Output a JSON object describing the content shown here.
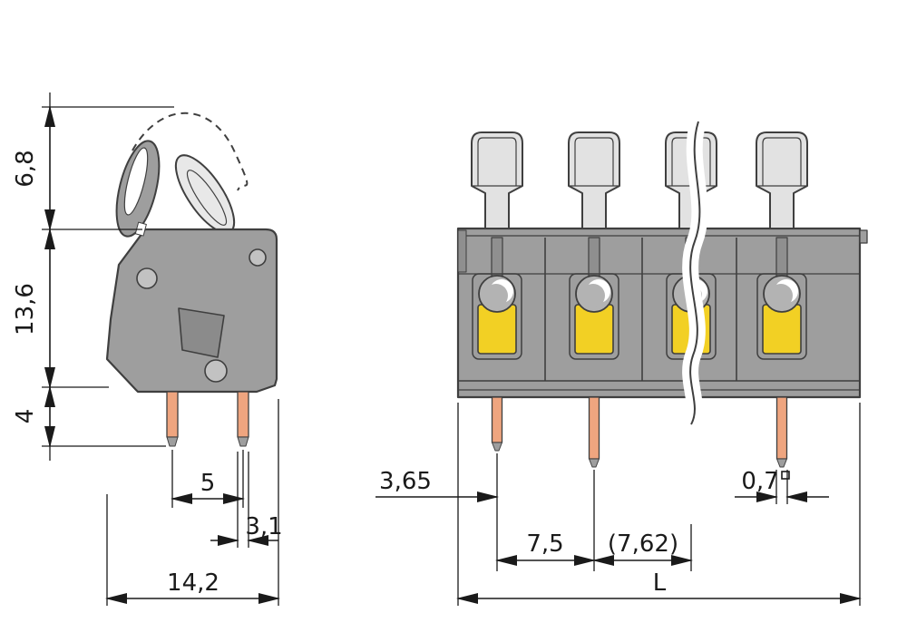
{
  "side_view": {
    "lever_height": "6,8",
    "body_height": "13,6",
    "pin_length": "4",
    "pin_pitch": "5",
    "pin_width": "3,1",
    "overall_depth": "14,2"
  },
  "front_view": {
    "edge_to_first_pole": "3,65",
    "pole_pitch": "7,5",
    "pole_pitch_alt": "(7,62)",
    "pin_cross_section": "0,7",
    "overall_length": "L"
  },
  "colors": {
    "background": "#ffffff",
    "housing_gray": "#9e9e9e",
    "pusher_gray": "#e2e2e2",
    "clamp_yellow": "#f2d024",
    "pin_copper": "#efa57f",
    "outline": "#3f3f3f",
    "dimension": "#1a1a1a"
  }
}
